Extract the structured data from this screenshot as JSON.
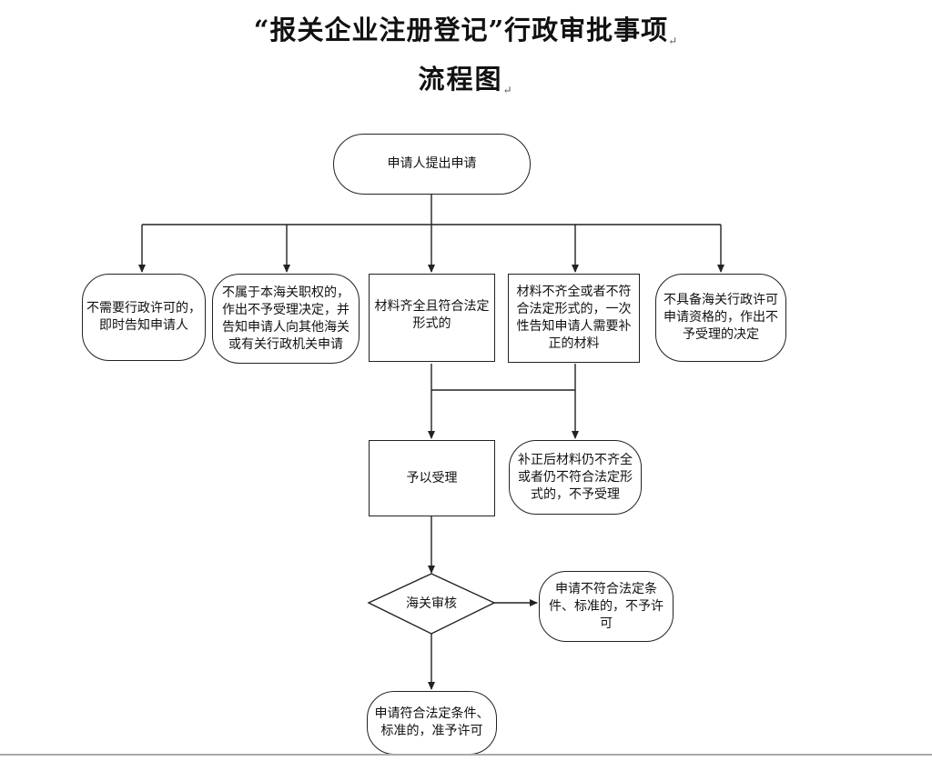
{
  "title": {
    "line1": "“报关企业注册登记”行政审批事项",
    "line2": "流程图"
  },
  "nodes": {
    "start": "申请人提出申请",
    "b1": "不需要行政许可的，即时告知申请人",
    "b2": "不属于本海关职权的，作出不予受理决定，并告知申请人向其他海关或有关行政机关申请",
    "b3": "材料齐全且符合法定形式的",
    "b4": "材料不齐全或者不符合法定形式的，一次性告知申请人需要补正的材料",
    "b5": "不具备海关行政许可申请资格的，作出不予受理的决定",
    "accept": "予以受理",
    "reject_after": "补正后材料仍不齐全或者仍不符合法定形式的，不予受理",
    "review": "海关审核",
    "deny": "申请不符合法定条件、标准的，不予许可",
    "approve": "申请符合法定条件、标准的，准予许可"
  },
  "colors": {
    "line": "#222222",
    "border": "#222222"
  }
}
